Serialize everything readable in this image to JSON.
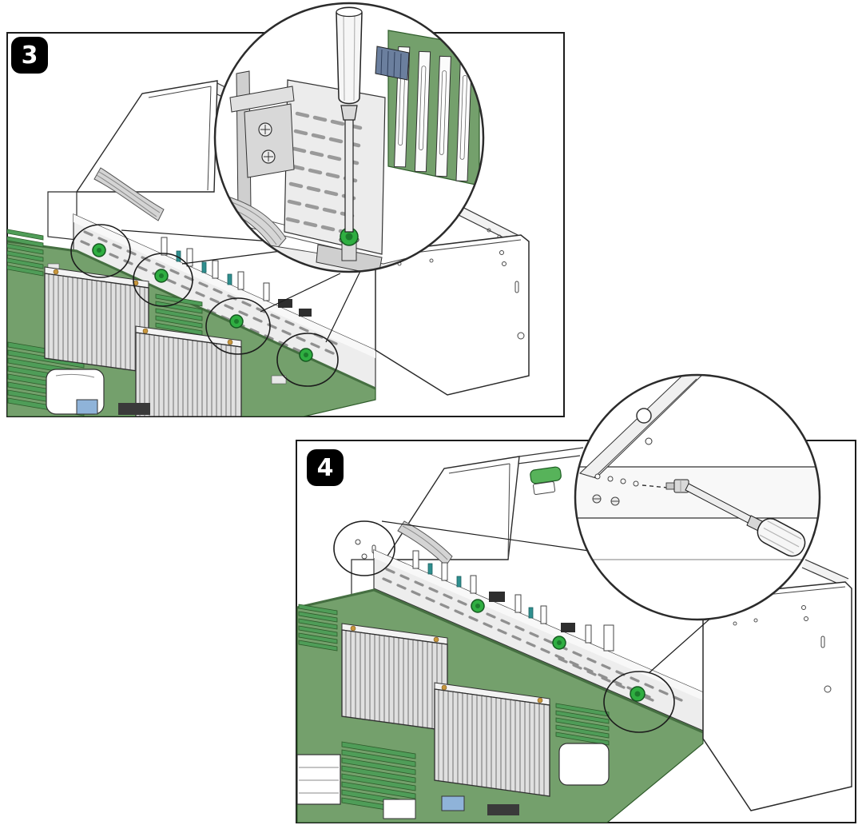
{
  "figure": {
    "type": "technical-illustration",
    "description": "Two-step server service procedure: tightening green captive screws along the chassis midwall (step 3) and installing side-wall screws (step 4)",
    "panels": [
      {
        "name": "step-3",
        "badge_label": "3",
        "callout_circle_count": 4,
        "magnified_view": "screwdriver-on-green-captive-screw"
      },
      {
        "name": "step-4",
        "badge_label": "4",
        "callout_circle_count": 2,
        "magnified_view": "screwdriver-on-side-wall-screw"
      }
    ],
    "colors": {
      "outline": "#1c1c1c",
      "pcb_green": "#74a06c",
      "pcb_green_dark": "#456f41",
      "dimm_green": "#4f9d58",
      "screw_green": "#2fae41",
      "screw_green_dark": "#1c7b2c",
      "latch_green": "#57b35a",
      "metal_light": "#f4f4f4",
      "metal_mid": "#dcdcdc",
      "metal_dark": "#b5b5b5",
      "connector_blue": "#8fb3d9",
      "connector_slate": "#6b7f9e",
      "badge_background": "#000000",
      "badge_text": "#ffffff"
    }
  }
}
